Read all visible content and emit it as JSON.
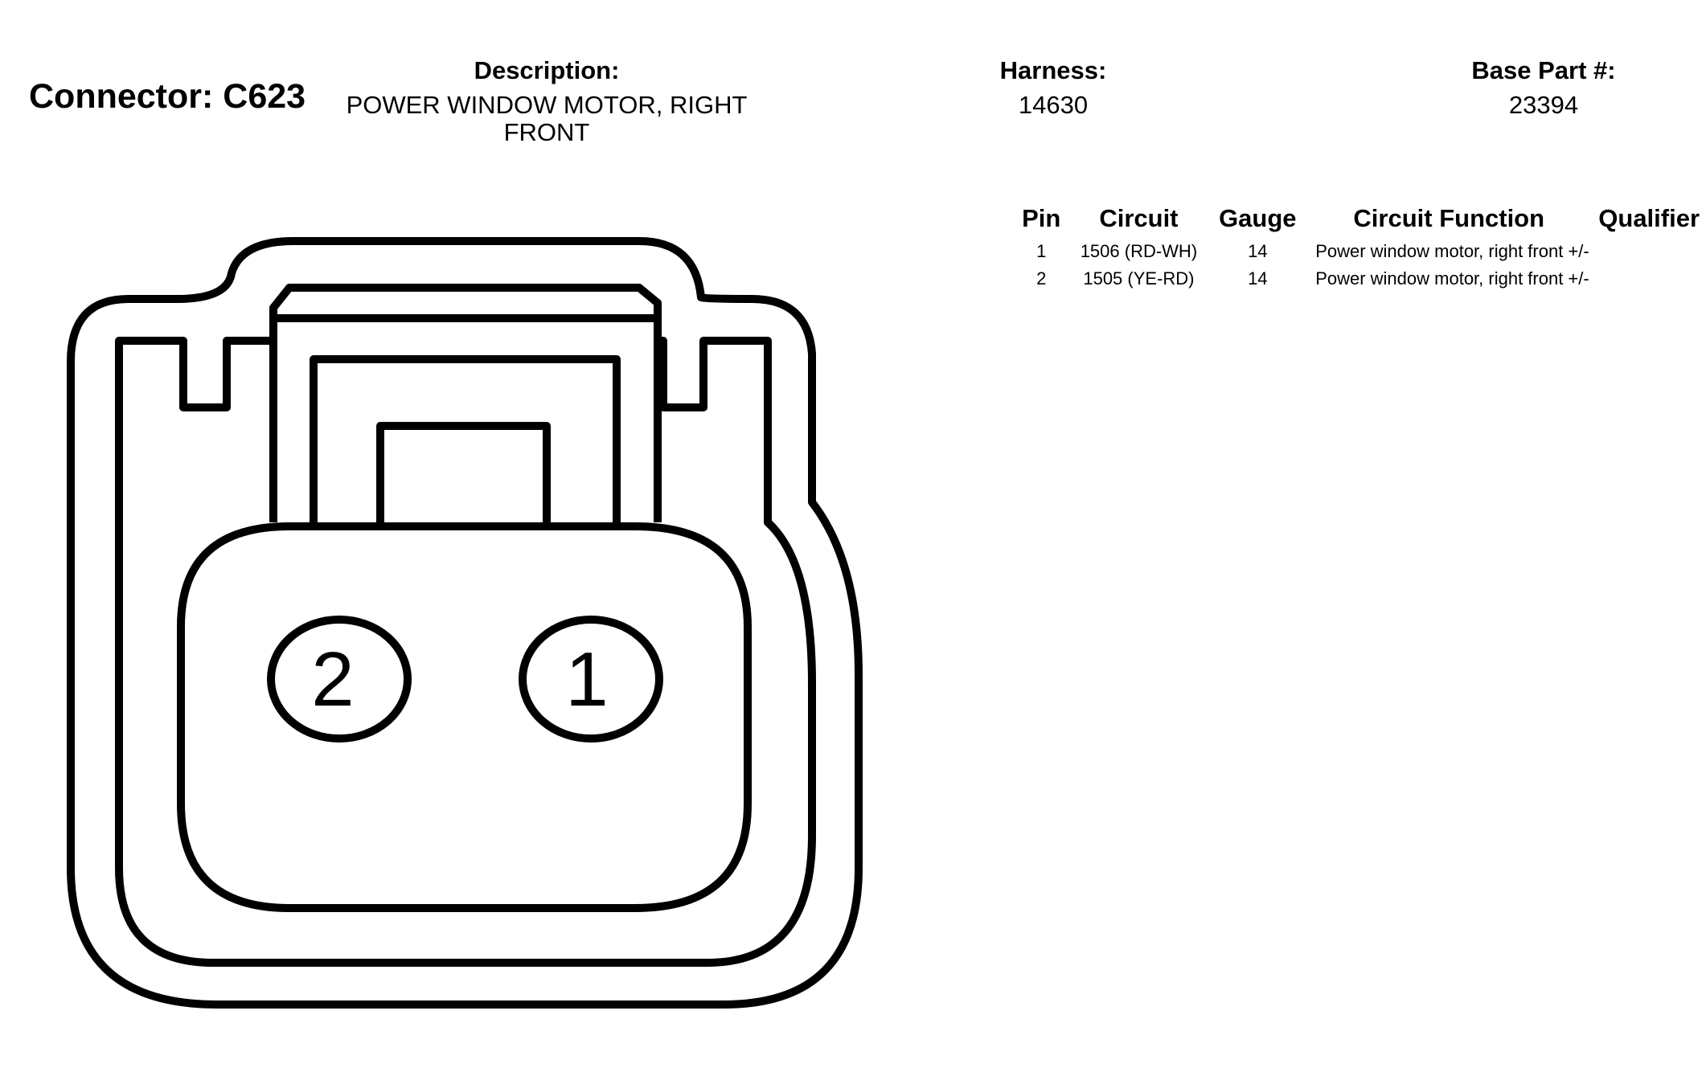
{
  "connector": {
    "title": "Connector: C623"
  },
  "description": {
    "label": "Description:",
    "value": "POWER WINDOW MOTOR, RIGHT FRONT"
  },
  "harness": {
    "label": "Harness:",
    "value": "14630"
  },
  "base_part": {
    "label": "Base Part #:",
    "value": "23394"
  },
  "pin_table": {
    "headers": {
      "pin": "Pin",
      "circuit": "Circuit",
      "gauge": "Gauge",
      "function": "Circuit Function",
      "qualifier": "Qualifier"
    },
    "rows": [
      {
        "pin": "1",
        "circuit": "1506 (RD-WH)",
        "gauge": "14",
        "function": "Power window motor, right front +/-",
        "qualifier": ""
      },
      {
        "pin": "2",
        "circuit": "1505 (YE-RD)",
        "gauge": "14",
        "function": "Power window motor, right front +/-",
        "qualifier": ""
      }
    ]
  },
  "diagram": {
    "pins": [
      {
        "label": "2"
      },
      {
        "label": "1"
      }
    ]
  }
}
